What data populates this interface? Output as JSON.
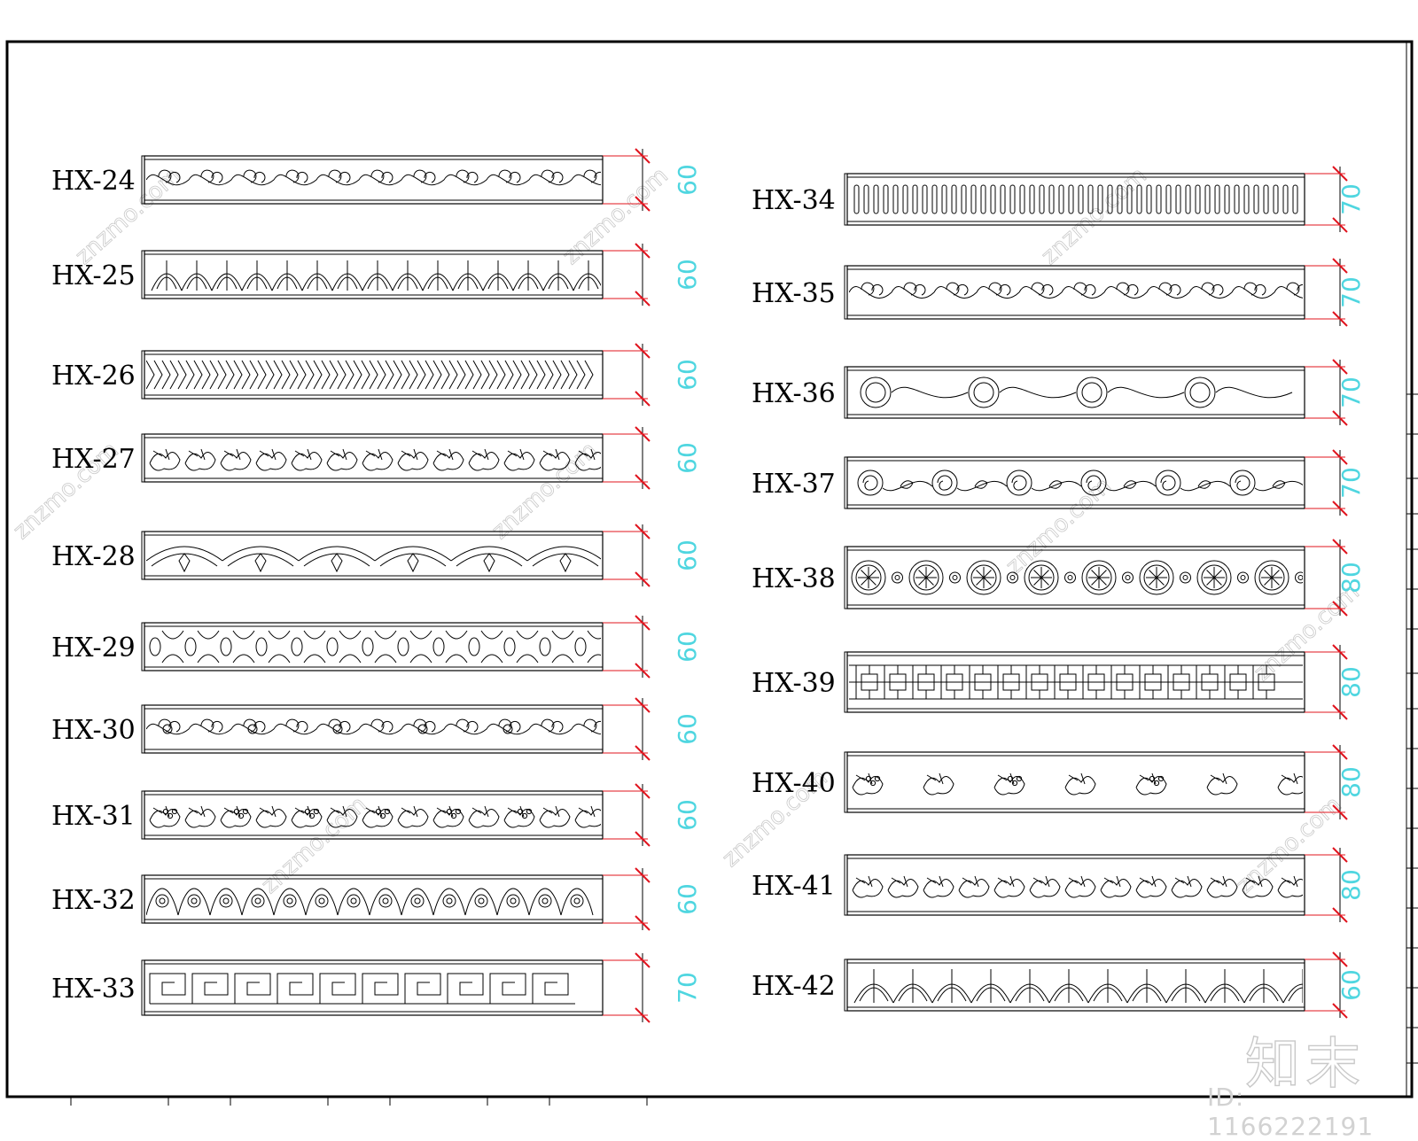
{
  "left_column": [
    {
      "label": "HX-24",
      "dim": "60",
      "pattern": "scroll-vine"
    },
    {
      "label": "HX-25",
      "dim": "60",
      "pattern": "acanthus-leaf"
    },
    {
      "label": "HX-26",
      "dim": "60",
      "pattern": "rope-braid"
    },
    {
      "label": "HX-27",
      "dim": "60",
      "pattern": "foliage"
    },
    {
      "label": "HX-28",
      "dim": "60",
      "pattern": "arched-leaf"
    },
    {
      "label": "HX-29",
      "dim": "60",
      "pattern": "bead-and-reel"
    },
    {
      "label": "HX-30",
      "dim": "60",
      "pattern": "floral-scroll"
    },
    {
      "label": "HX-31",
      "dim": "60",
      "pattern": "grape-vine"
    },
    {
      "label": "HX-32",
      "dim": "60",
      "pattern": "guilloche"
    },
    {
      "label": "HX-33",
      "dim": "70",
      "pattern": "greek-key"
    }
  ],
  "right_column": [
    {
      "label": "HX-34",
      "dim": "70",
      "pattern": "fluting"
    },
    {
      "label": "HX-35",
      "dim": "70",
      "pattern": "scroll-vine"
    },
    {
      "label": "HX-36",
      "dim": "70",
      "pattern": "medallion-scroll"
    },
    {
      "label": "HX-37",
      "dim": "70",
      "pattern": "rose"
    },
    {
      "label": "HX-38",
      "dim": "80",
      "pattern": "rosettes"
    },
    {
      "label": "HX-39",
      "dim": "80",
      "pattern": "lattice"
    },
    {
      "label": "HX-40",
      "dim": "80",
      "pattern": "grape-leaf"
    },
    {
      "label": "HX-41",
      "dim": "80",
      "pattern": "foliage"
    },
    {
      "label": "HX-42",
      "dim": "60",
      "pattern": "palmette"
    }
  ],
  "watermark": {
    "logo": "知末",
    "id": "ID: 1166222191",
    "site": "znzmo.com"
  },
  "colors": {
    "outline": "#000000",
    "dimension_line": "#e0141e",
    "dimension_text": "#4fd6e0",
    "watermark": "#c9c9c9"
  }
}
